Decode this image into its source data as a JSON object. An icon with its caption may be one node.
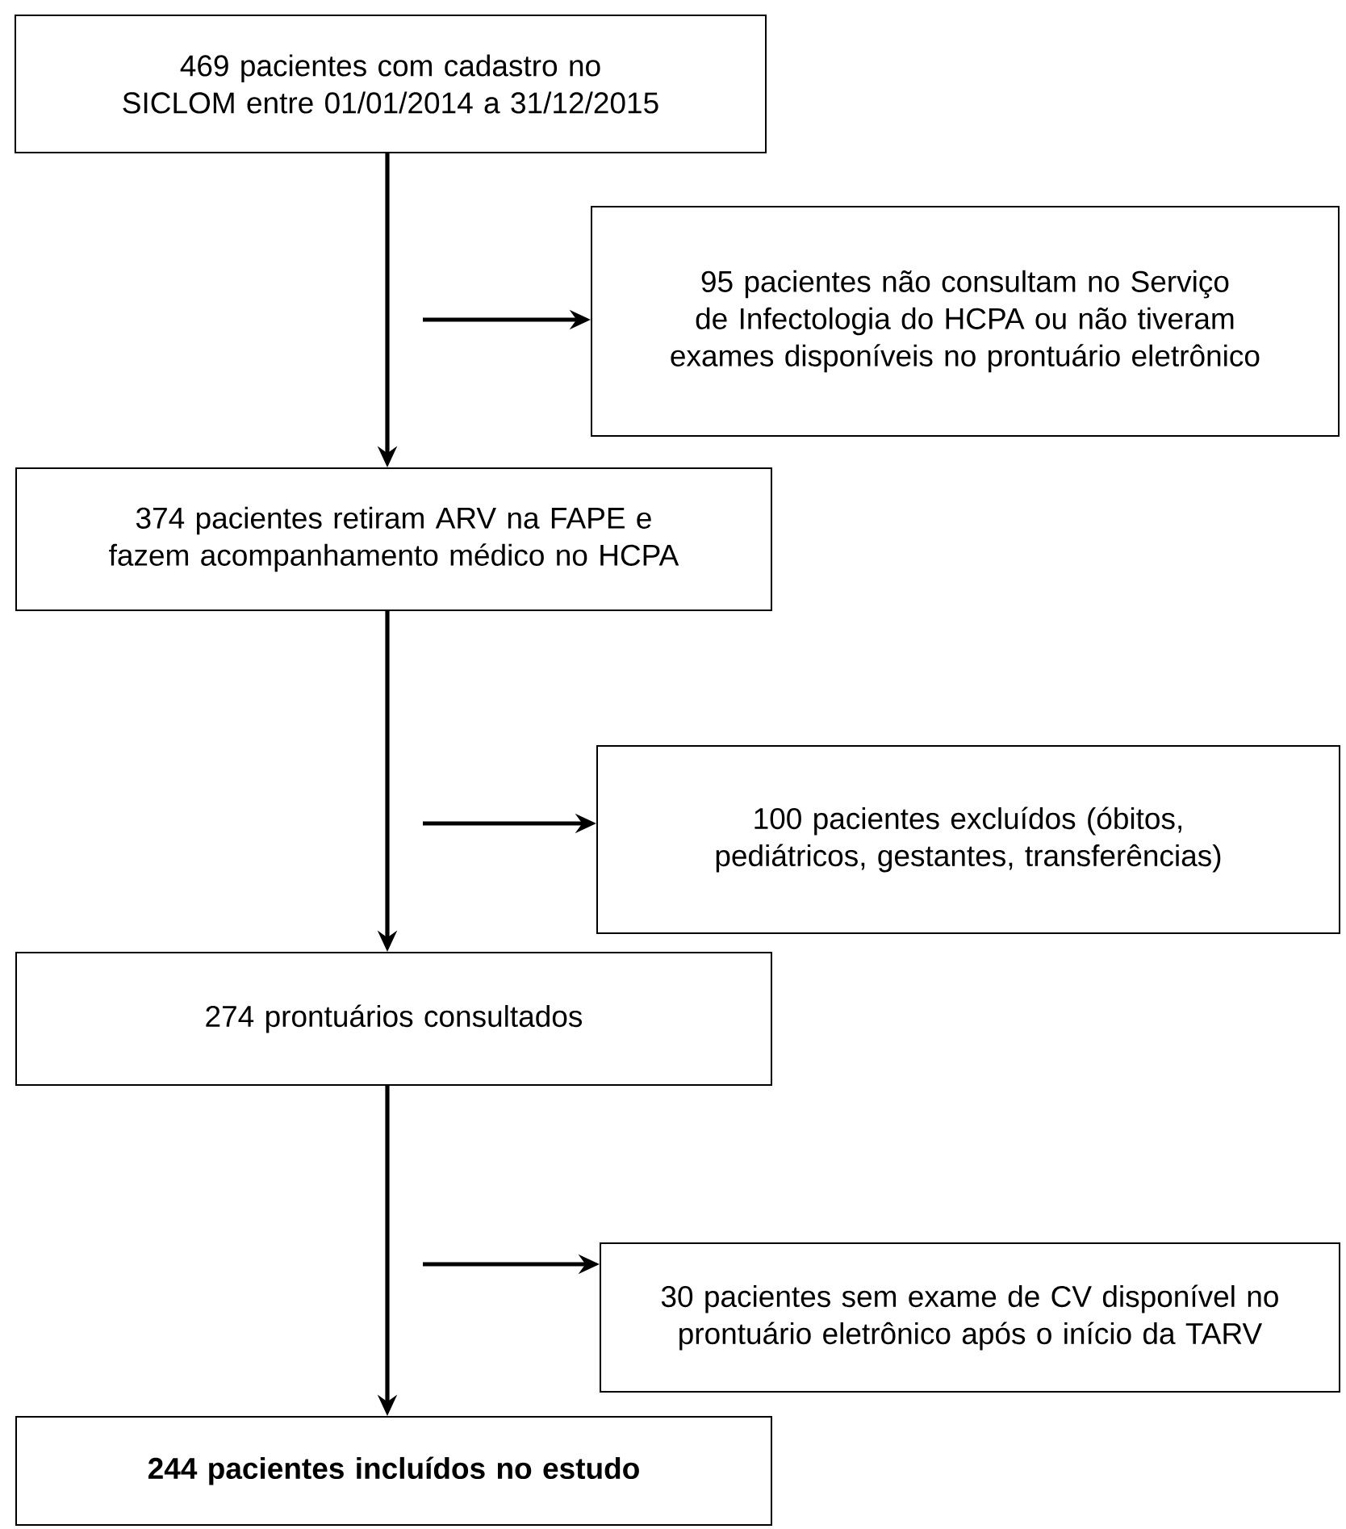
{
  "diagram": {
    "nodes": [
      {
        "text": [
          "469 pacientes com cadastro no SICLOM entre 01/01/2014 a 31/12/2015"
        ]
      },
      {
        "text": [
          "95 pacientes não consultam no Serviço de Infectologia do HCPA ou não tiveram exames disponíveis no prontuário eletrônico"
        ]
      },
      {
        "text": [
          "374 pacientes retiram ARV na FAPE e fazem acompanhamento médico no HCPA"
        ]
      },
      {
        "text": [
          "100 pacientes excluídos (óbitos, pediátricos, gestantes, transferências)"
        ]
      },
      {
        "text": [
          "274 prontuários consultados"
        ]
      },
      {
        "text": [
          "30 pacientes sem exame de CV disponível no prontuário eletrônico após o início da TARV"
        ]
      },
      {
        "text": [
          "244 pacientes incluídos no estudo"
        ]
      }
    ],
    "edges": [
      {
        "from": 0,
        "to": 2,
        "arrow": "to"
      },
      {
        "from": null,
        "to": 1,
        "arrow": "to"
      },
      {
        "from": 2,
        "to": 4,
        "arrow": "to"
      },
      {
        "from": null,
        "to": 3,
        "arrow": "to"
      },
      {
        "from": 4,
        "to": 6,
        "arrow": "to"
      },
      {
        "from": null,
        "to": 5,
        "arrow": "to"
      }
    ]
  }
}
